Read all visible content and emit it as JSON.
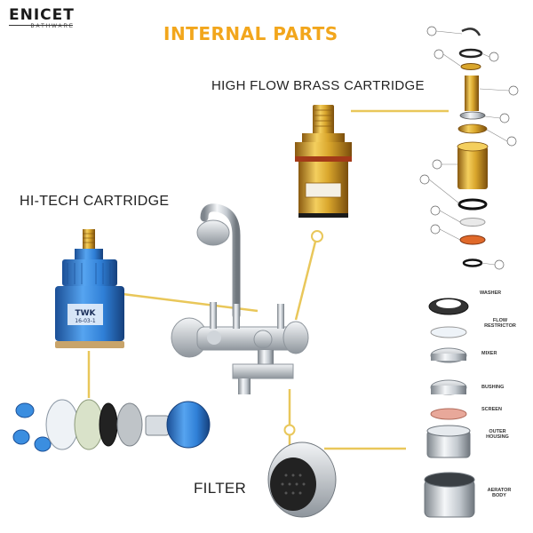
{
  "brand": {
    "name": "ENICET",
    "sub": "BATHWARE"
  },
  "title": "INTERNAL PARTS",
  "labels": {
    "brass": "HIGH FLOW BRASS CARTRIDGE",
    "hitech": "HI-TECH CARTRIDGE",
    "filter": "FILTER"
  },
  "aerator_parts": [
    {
      "name": "WASHER"
    },
    {
      "name": "FLOW RESTRICTOR"
    },
    {
      "name": "MIXER"
    },
    {
      "name": "BUSHING"
    },
    {
      "name": "SCREEN"
    },
    {
      "name": "OUTER HOUSING"
    },
    {
      "name": "AERATOR BODY"
    }
  ],
  "colors": {
    "accent": "#f2a61c",
    "connector": "#e9c75a",
    "brass": "#d9a62c",
    "blue": "#2f7fd6",
    "chrome": "#cfd4da"
  }
}
